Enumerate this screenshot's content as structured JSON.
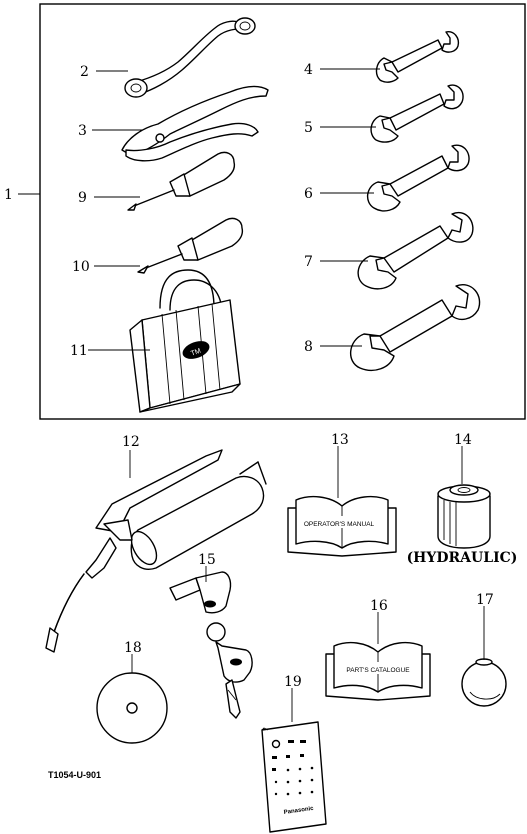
{
  "callouts": {
    "kit": "1",
    "wrench_offset": "2",
    "pliers": "3",
    "spanner_4": "4",
    "spanner_5": "5",
    "spanner_6": "6",
    "spanner_7": "7",
    "spanner_8": "8",
    "screwdriver_9": "9",
    "screwdriver_10": "10",
    "bag": "11",
    "grease_gun": "12",
    "operators_manual": "13",
    "oil_filter": "14",
    "keys": "15",
    "parts_catalogue": "16",
    "knob": "17",
    "disc": "18",
    "remote": "19"
  },
  "texts": {
    "operators_manual_cover": "OPERATOR'S MANUAL",
    "parts_catalogue_cover": "PART'S CATALOGUE",
    "hydraulic": "(HYDRAULIC)",
    "drawing_code": "T1054-U-901",
    "brand": "Panasonic",
    "logo": "TM"
  }
}
